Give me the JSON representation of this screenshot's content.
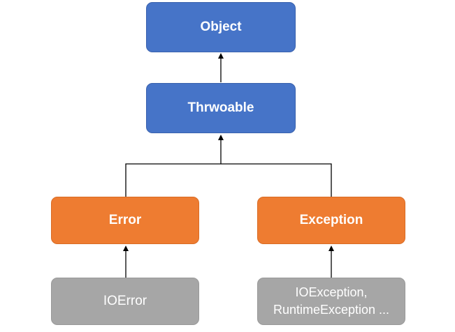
{
  "diagram": {
    "nodes": {
      "object": {
        "label": "Object"
      },
      "throwable": {
        "label": "Thrwoable"
      },
      "error": {
        "label": "Error"
      },
      "exception": {
        "label": "Exception"
      },
      "ioerror": {
        "label": "IOError"
      },
      "exception_subclasses": {
        "line1": "IOException,",
        "line2": "RuntimeException ..."
      }
    },
    "colors": {
      "root_nodes": "#4674c8",
      "mid_nodes": "#ee7c31",
      "leaf_nodes": "#a6a6a6",
      "connector": "#000000"
    }
  }
}
